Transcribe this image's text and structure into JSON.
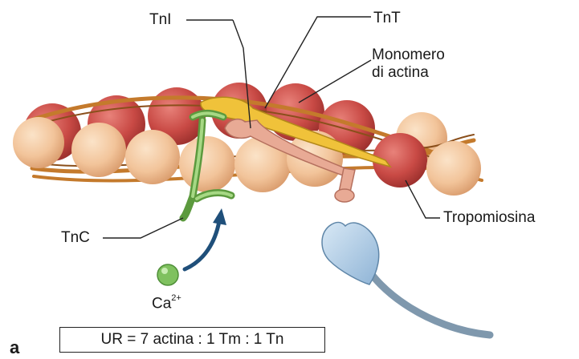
{
  "labels": {
    "tni": "TnI",
    "tnt": "TnT",
    "monomer_line1": "Monomero",
    "monomer_line2": "di actina",
    "tropomyosin": "Tropomiosina",
    "tnc": "TnC",
    "calcium": "Ca",
    "calcium_charge": "2+",
    "panel_letter": "a",
    "ratio": "UR = 7 actina : 1 Tm : 1 Tn"
  },
  "colors": {
    "actin_light": "#f2c49a",
    "actin_dark": "#c94a45",
    "tropomyosin": "#c47a2c",
    "tnt": "#f0c23a",
    "tni": "#e8aa95",
    "tnc": "#7fbf5a",
    "calcium": "#7fc15f",
    "arrow": "#1f4f7a",
    "myosin_head": "#b9d4ea"
  }
}
